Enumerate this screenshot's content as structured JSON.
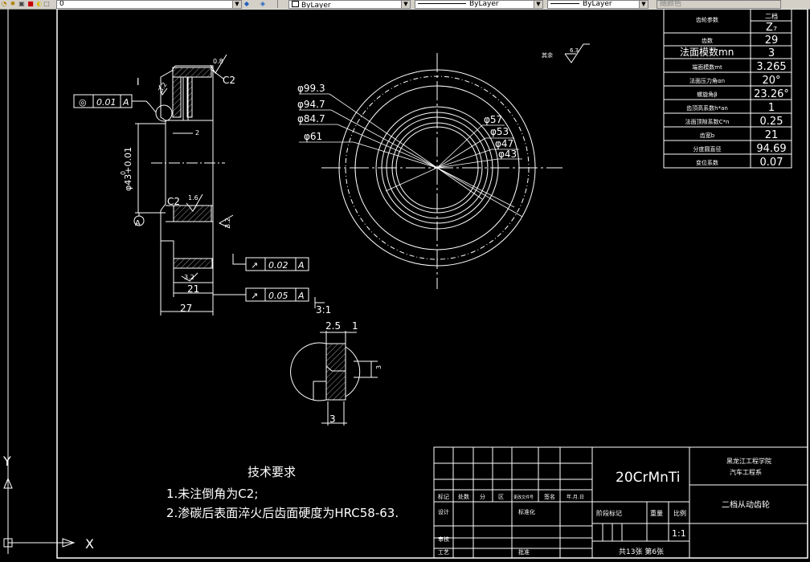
{
  "toolbar": {
    "layer_value": "0",
    "color_value": "ByLayer",
    "linetype_value": "ByLayer",
    "lineweight_value": "ByLayer",
    "plotstyle_value": "随颜色"
  },
  "ucs": {
    "x": "X",
    "y": "Y"
  },
  "param_table": {
    "rows": [
      {
        "label": "齿轮参数",
        "value": "二档"
      },
      {
        "label": "",
        "value": "Z₇"
      },
      {
        "label": "齿数",
        "value": "29"
      },
      {
        "label": "法面模数mn",
        "value": "3"
      },
      {
        "label": "端面模数mt",
        "value": "3.265"
      },
      {
        "label": "法面压力角αn",
        "value": "20°"
      },
      {
        "label": "螺旋角β",
        "value": "23.26°"
      },
      {
        "label": "齿顶高系数h*an",
        "value": "1"
      },
      {
        "label": "法面顶隙系数C*n",
        "value": "0.25"
      },
      {
        "label": "齿宽b",
        "value": "21"
      },
      {
        "label": "分度圆直径",
        "value": "94.69"
      },
      {
        "label": "变位系数",
        "value": "0.07"
      }
    ]
  },
  "front_view": {
    "diameters": [
      "φ99.3",
      "φ94.7",
      "φ84.7",
      "φ61"
    ],
    "inner_diameters": [
      "φ57",
      "φ53",
      "φ47",
      "φ43"
    ],
    "other_label": "其余",
    "other_roughness": "6.3"
  },
  "section_view": {
    "tol_frame_1": {
      "symbol": "◎",
      "value": "0.01",
      "datum": "A"
    },
    "tol_frame_2": {
      "symbol": "↗",
      "value": "0.02",
      "datum": "A"
    },
    "tol_frame_3": {
      "symbol": "↗",
      "value": "0.05",
      "datum": "A"
    },
    "chamfer_top": "C2",
    "chamfer_bottom": "C2",
    "roughness_top": "0.8",
    "roughness_mid": "1.6",
    "roughness_side": "3.2",
    "roughness_bottom": "3.2",
    "roughness_left": "3.2",
    "bore_dim": "φ43+0.01",
    "bore_dim_lower": "0",
    "dim_21": "21",
    "dim_27": "27",
    "dim_2": "2",
    "datum": "A",
    "detail_marker": "I",
    "scale": "3:1"
  },
  "detail_view": {
    "dim_2_5": "2.5",
    "dim_1": "1",
    "dim_3": "3",
    "dim_side": "3"
  },
  "notes": {
    "title": "技术要求",
    "line1": "1.未注倒角为C2;",
    "line2": "2.渗碳后表面淬火后齿面硬度为HRC58-63."
  },
  "title_block": {
    "material": "20CrMnTi",
    "school": "黑龙江工程学院",
    "dept": "汽车工程系",
    "part_name": "二档从动齿轮",
    "scale_value": "1:1",
    "sheets": "共13张  第6张",
    "headers": [
      "标记",
      "处数",
      "分",
      "区",
      "更改文件号",
      "签名",
      "年.月.日"
    ],
    "design": "设计",
    "standard": "标准化",
    "stage": "阶段标记",
    "weight": "重量",
    "scale_label": "比例",
    "review": "审核",
    "process": "工艺",
    "approve": "批准"
  }
}
